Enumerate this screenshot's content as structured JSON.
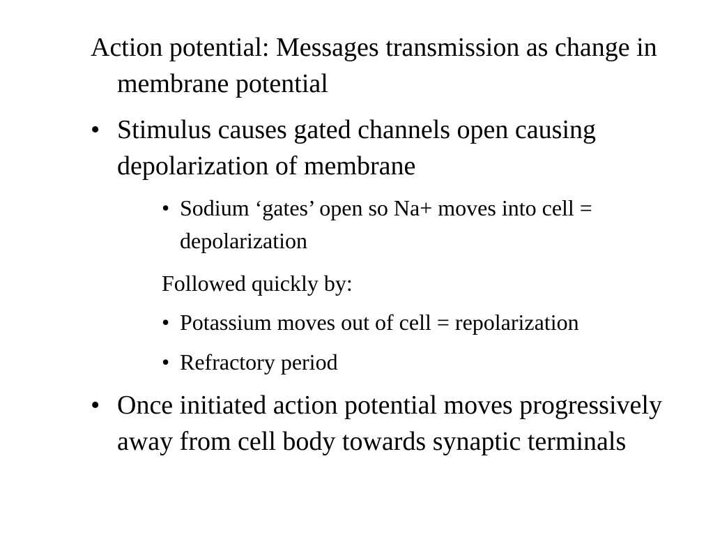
{
  "heading": {
    "label": "Action potential:",
    "rest": "Messages transmission as change in membrane potential"
  },
  "bullet_symbol": "•",
  "items": [
    {
      "text": "Stimulus causes gated channels open causing depolarization of membrane"
    },
    {
      "text": "Sodium ‘gates’ open so Na+ moves into cell = depolarization"
    },
    {
      "text": "Followed quickly by:"
    },
    {
      "text": "Potassium moves out of cell = repolarization"
    },
    {
      "text": "Refractory period"
    },
    {
      "text": "Once initiated action potential moves progressively away from cell body towards synaptic terminals"
    }
  ]
}
